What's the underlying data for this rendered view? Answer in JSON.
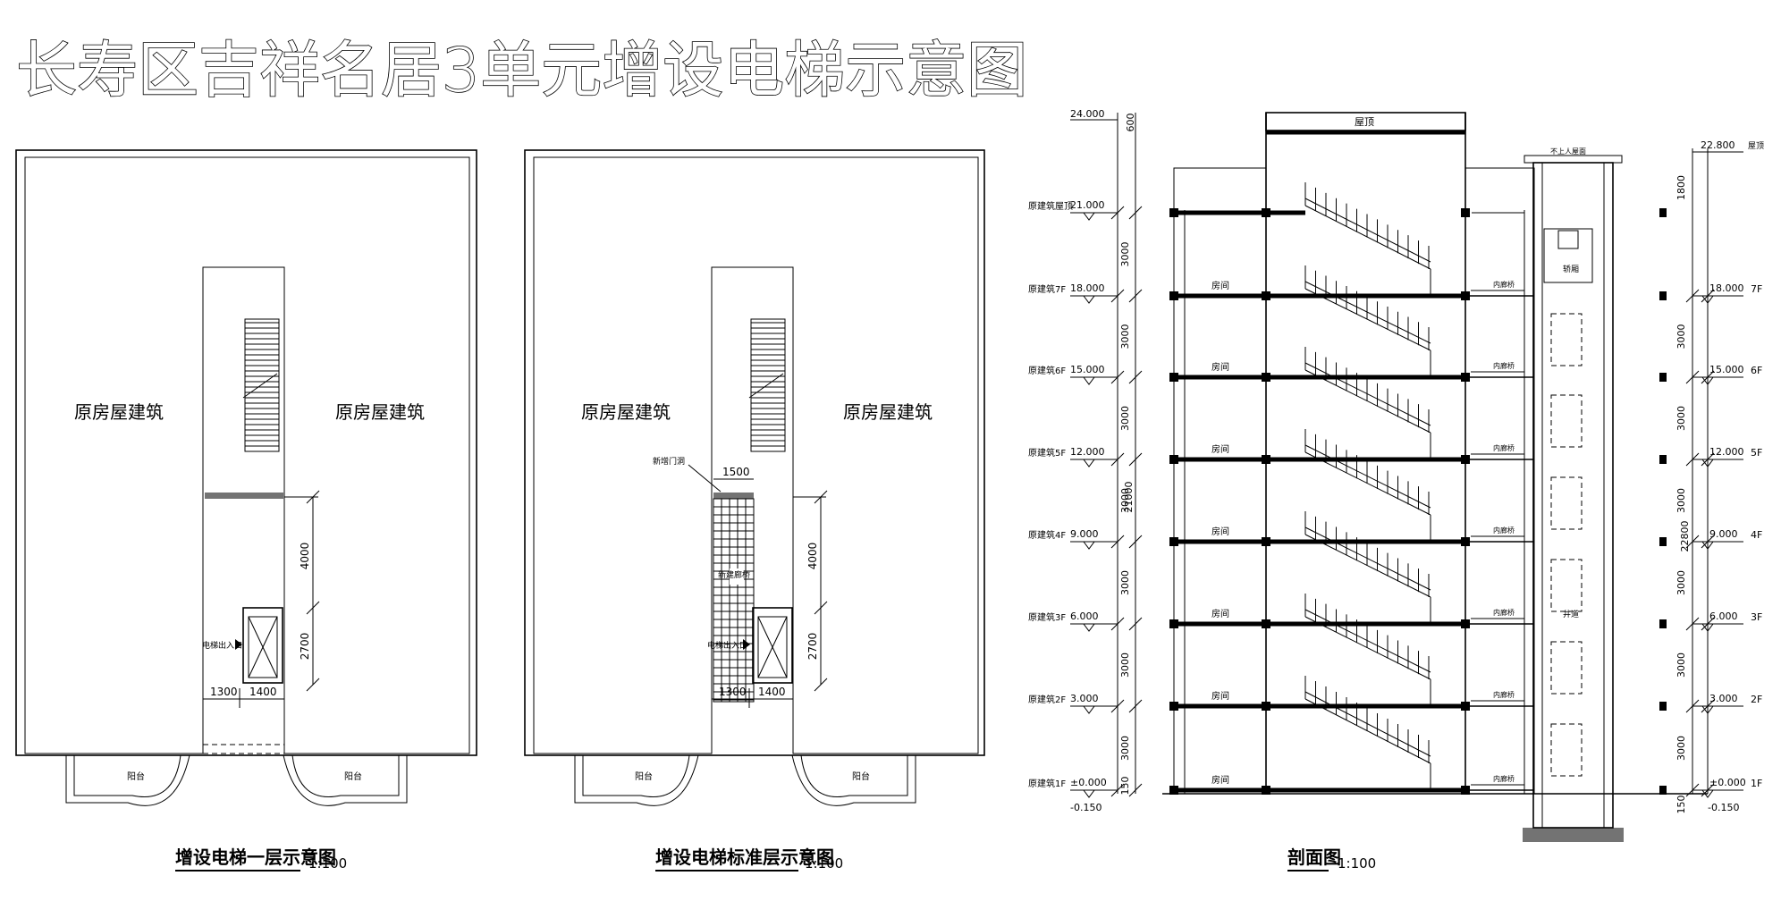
{
  "title": "长寿区吉祥名居3单元增设电梯示意图",
  "plan1": {
    "caption": "增设电梯一层示意图",
    "scale": "1:100",
    "left_label": "原房屋建筑",
    "right_label": "原房屋建筑",
    "entrance_label": "电梯出入口",
    "balcony_left": "阳台",
    "balcony_right": "阳台",
    "dims": {
      "d4000": "4000",
      "d2700": "2700",
      "d1300": "1300",
      "d1400": "1400"
    }
  },
  "plan2": {
    "caption": "增设电梯标准层示意图",
    "scale": "1:100",
    "left_label": "原房屋建筑",
    "right_label": "原房屋建筑",
    "door_label": "新增门洞",
    "corridor_label": "新建廊桥",
    "entrance_label": "电梯出入口",
    "balcony_left": "阳台",
    "balcony_right": "阳台",
    "dims": {
      "d1500": "1500",
      "d4000": "4000",
      "d2700": "2700",
      "d1300": "1300",
      "d1400": "1400"
    }
  },
  "section": {
    "caption": "剖面图",
    "scale": "1:100",
    "roof_label": "屋顶",
    "shaft_roof_label": "不上人屋面",
    "cab_label": "轿厢",
    "shaft_label": "井道",
    "room_label": "房间",
    "bridge_label": "内廊桥",
    "left_elev_top": "24.000",
    "left_elev_bottom": "-0.150",
    "right_elev_top": "22.800",
    "right_roof_word": "屋顶",
    "right_elev_bottom": "-0.150",
    "dim_total_left": "21000",
    "dim_total_right": "22800",
    "dim_600": "600",
    "dim_3000": "3000",
    "dim_1800": "1800",
    "dim_150": "150",
    "floors_left": [
      {
        "name": "原建筑屋顶",
        "elev": "21.000"
      },
      {
        "name": "原建筑7F",
        "elev": "18.000"
      },
      {
        "name": "原建筑6F",
        "elev": "15.000"
      },
      {
        "name": "原建筑5F",
        "elev": "12.000"
      },
      {
        "name": "原建筑4F",
        "elev": "9.000"
      },
      {
        "name": "原建筑3F",
        "elev": "6.000"
      },
      {
        "name": "原建筑2F",
        "elev": "3.000"
      },
      {
        "name": "原建筑1F",
        "elev": "±0.000"
      }
    ],
    "floors_right": [
      {
        "name": "7F",
        "elev": "18.000"
      },
      {
        "name": "6F",
        "elev": "15.000"
      },
      {
        "name": "5F",
        "elev": "12.000"
      },
      {
        "name": "4F",
        "elev": "9.000"
      },
      {
        "name": "3F",
        "elev": "6.000"
      },
      {
        "name": "2F",
        "elev": "3.000"
      },
      {
        "name": "1F",
        "elev": "±0.000"
      }
    ]
  }
}
